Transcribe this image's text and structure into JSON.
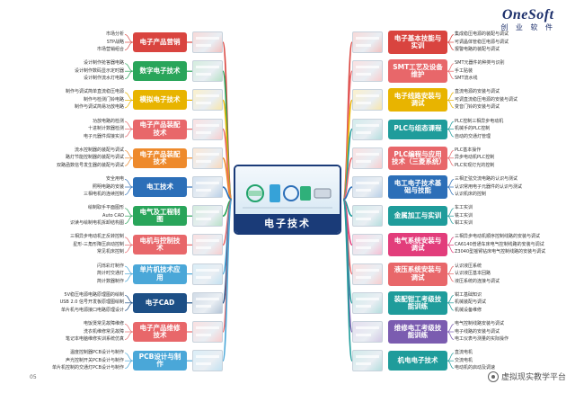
{
  "brand": {
    "name": "OneSoft",
    "subtitle": "创 业 软 件"
  },
  "center": {
    "title": "电子技术"
  },
  "page_number": "05",
  "watermark": "虚拟现实教学平台",
  "colors": {
    "hub": "#1a3b78",
    "red": "#d9443f",
    "green": "#29a55a",
    "yellow": "#e8b400",
    "pink": "#e8676a",
    "orange": "#ee8a2c",
    "blue": "#2c6fb8",
    "teal": "#1f9c9b",
    "lightblue": "#4aa7d8",
    "purple": "#7b5cb0",
    "magenta": "#e23d7b",
    "navy": "#1d4f86"
  },
  "left_nodes": [
    {
      "title": "电子产品营销",
      "color": "red",
      "items": [
        "市场分析",
        "STP战略",
        "市场营销组合"
      ]
    },
    {
      "title": "数字电子技术",
      "color": "green",
      "items": [
        "设计制作抢答器电路",
        "设计制作数码显示定时器",
        "设计制作流水灯电路"
      ]
    },
    {
      "title": "模拟电子技术",
      "color": "yellow",
      "items": [
        "制作与调试简单直流稳压电源",
        "制作与检测门铃电路",
        "制作与调试简易功放电路"
      ]
    },
    {
      "title": "电子产品装配技术",
      "color": "pink",
      "items": [
        "功放电路的检测",
        "十进制计数器检测",
        "电子元器件焊接实训"
      ]
    },
    {
      "title": "电子产品装配技术",
      "color": "orange",
      "items": [
        "流水控制器的装配与调试",
        "路灯节能控制器的装配与调试",
        "双路函数信号发生器的装配与调试"
      ]
    },
    {
      "title": "电工技术",
      "color": "blue",
      "items": [
        "安全用电",
        "照明电路的安装",
        "三相电机的连续控制"
      ]
    },
    {
      "title": "电气及工程制图",
      "color": "green",
      "items": [
        "绘制取手平面图形",
        "Auto CAD",
        "识读与绘制电机拆卸结构图"
      ]
    },
    {
      "title": "电机与控制技术",
      "color": "pink",
      "items": [
        "三相异步电动机正反转控制",
        "星形-三角形降压启动控制",
        "常见机床控制"
      ]
    },
    {
      "title": "单片机技术应用",
      "color": "lightblue",
      "items": [
        "闪烁彩灯制作",
        "简计时交通灯",
        "简计数器制作"
      ]
    },
    {
      "title": "电子CAD",
      "color": "navy",
      "items": [
        "5V稳压电源电路原理图的绘制",
        "USB 2.0 信号开发板原理图绘制",
        "单片机与电源接口电路原理设计"
      ]
    },
    {
      "title": "电子产品维修技术",
      "color": "pink",
      "items": [
        "电饭煲常见故障维修",
        "洗衣机维修常见故障",
        "笔记本电脑维修实训系统仿真"
      ]
    },
    {
      "title": "PCB设计与制作",
      "color": "lightblue",
      "items": [
        "温度控制器PCB设计与制作",
        "声光控制开关PCB设计与制作",
        "单片机控制的交通灯PCB设计与制作"
      ]
    }
  ],
  "right_nodes": [
    {
      "title": "电子基本技能与实训",
      "color": "red",
      "items": [
        "集成稳压电源的装配与调试",
        "可调晶体管稳压电源与调试",
        "报警电路的装配与调试"
      ]
    },
    {
      "title": "SMT工艺及设备维护",
      "color": "pink",
      "items": [
        "SMT元器件的种类与识别",
        "手工贴装",
        "SMT流水线"
      ]
    },
    {
      "title": "电子线路安装与调试",
      "color": "yellow",
      "items": [
        "直流电源的安装与调试",
        "可调直流稳压电源的安装与调试",
        "变音门铃的安装与调试"
      ]
    },
    {
      "title": "PLC与组态课程",
      "color": "teal",
      "items": [
        "PLC控制三相异步电动机",
        "机械手的PLC控制",
        "自动的交通灯管理"
      ]
    },
    {
      "title": "PLC编程与应用技术（三菱系统）",
      "color": "pink",
      "items": [
        "PLC基本操作",
        "异步电动机PLC控制",
        "PLC实现灯光的控制"
      ]
    },
    {
      "title": "电工电子技术基础与技能",
      "color": "blue",
      "items": [
        "三相正弦交流电路的认识与测试",
        "认识常用电子元器件的认识与测试",
        "认识机床的控制"
      ]
    },
    {
      "title": "金属加工与实训",
      "color": "teal",
      "items": [
        "车工实训",
        "铣工实训",
        "钳工实训"
      ]
    },
    {
      "title": "电气系统安装与调试",
      "color": "magenta",
      "items": [
        "三相异步电动机顺序控制线路的安装与调试",
        "CA6140普通车床电气控制线路的安装与调试",
        "Z3040型摇臂钻床电气控制线路的安装与调试"
      ]
    },
    {
      "title": "液压系统安装与调试",
      "color": "pink",
      "items": [
        "认识液压系统",
        "认识液压基本回路",
        "液压系统的连接与调试"
      ]
    },
    {
      "title": "装配钳工考级技能训练",
      "color": "teal",
      "items": [
        "钳工基础知识",
        "机械装配与调试",
        "机械设备维修"
      ]
    },
    {
      "title": "维修电工考级技能训练",
      "color": "purple",
      "items": [
        "电气控制线路安装与调试",
        "电子线路的安装与调试",
        "电工仪表与测量的实际操作"
      ]
    },
    {
      "title": "机电电子技术",
      "color": "teal",
      "items": [
        "直流电机",
        "交流电机",
        "电动机的启动及调速"
      ]
    }
  ]
}
